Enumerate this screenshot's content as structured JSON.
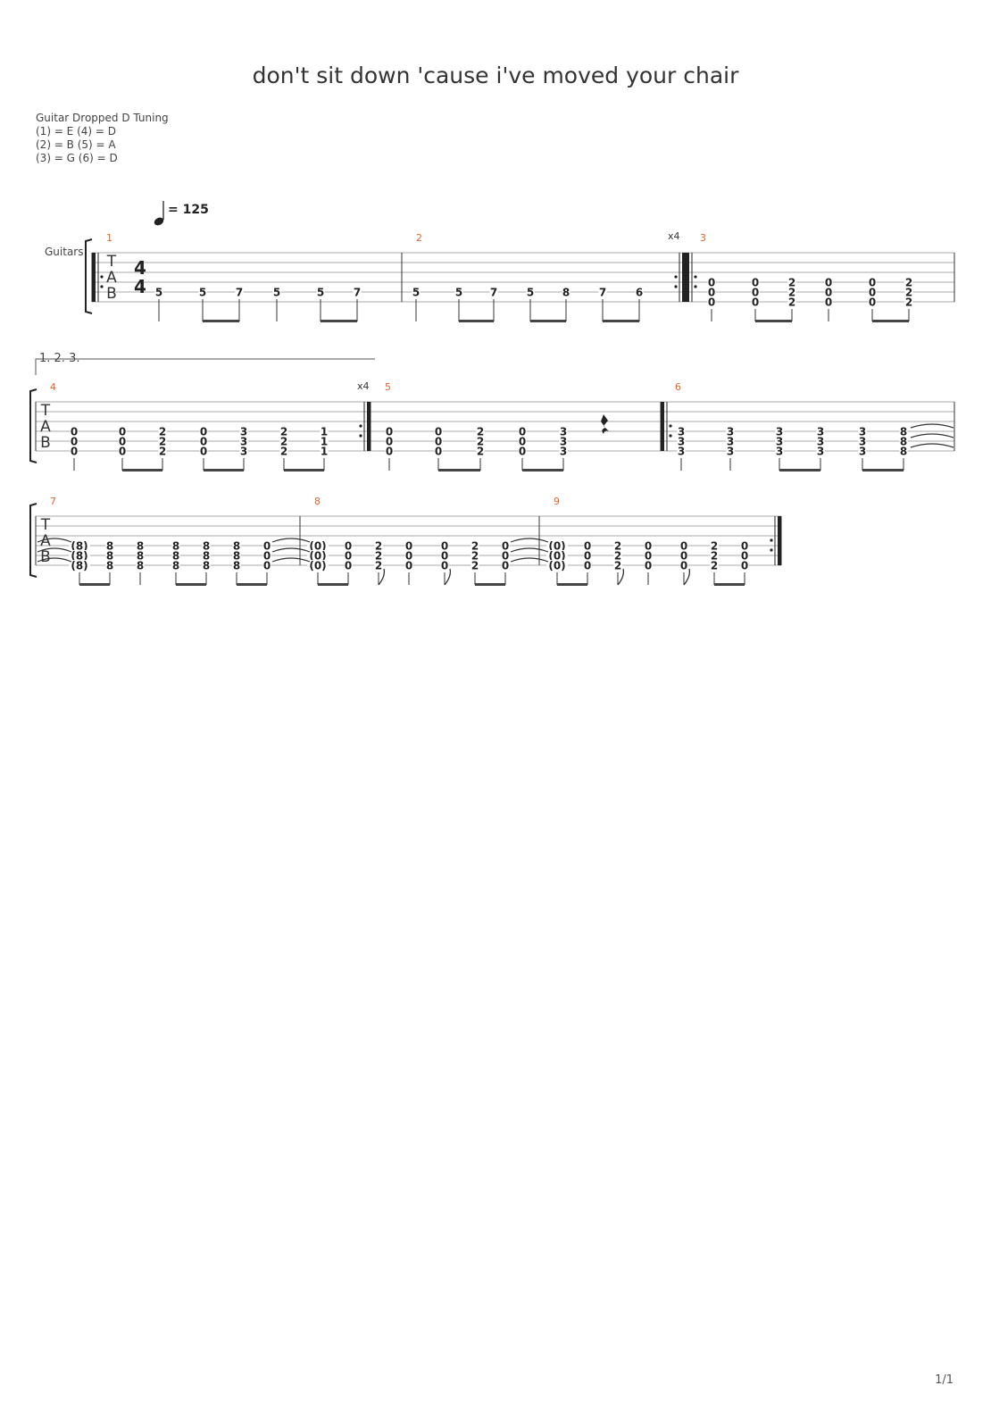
{
  "title": "don't sit down 'cause i've moved your chair",
  "tuning": {
    "heading": "Guitar Dropped D Tuning",
    "lines": [
      "(1) = E  (4) = D",
      "(2) = B  (5) = A",
      "(3) = G  (6) = D"
    ]
  },
  "tempo": "= 125",
  "track_name": "Guitars",
  "time_signature": {
    "top": "4",
    "bottom": "4"
  },
  "tab_letters": [
    "T",
    "A",
    "B"
  ],
  "ending_label": "1. 2. 3.",
  "page_number": "1/1",
  "colors": {
    "measure_number": "#e8622a",
    "staff_line": "#aaaaaa",
    "text": "#222222"
  },
  "systems": [
    {
      "measures": [
        {
          "number": "1",
          "repeat_start": true,
          "notes": [
            {
              "s": [
                5
              ],
              "f": [
                "5"
              ]
            },
            {
              "s": [
                5
              ],
              "f": [
                "5"
              ]
            },
            {
              "s": [
                5
              ],
              "f": [
                "7"
              ]
            },
            {
              "s": [
                5
              ],
              "f": [
                "5"
              ]
            },
            {
              "s": [
                5
              ],
              "f": [
                "5"
              ]
            },
            {
              "s": [
                5
              ],
              "f": [
                "7"
              ]
            }
          ]
        },
        {
          "number": "2",
          "repeat_end": true,
          "repeat_count": "x4",
          "notes": [
            {
              "s": [
                5
              ],
              "f": [
                "5"
              ]
            },
            {
              "s": [
                5
              ],
              "f": [
                "5"
              ]
            },
            {
              "s": [
                5
              ],
              "f": [
                "7"
              ]
            },
            {
              "s": [
                5
              ],
              "f": [
                "5"
              ]
            },
            {
              "s": [
                5
              ],
              "f": [
                "8"
              ]
            },
            {
              "s": [
                5
              ],
              "f": [
                "7"
              ]
            },
            {
              "s": [
                5
              ],
              "f": [
                "6"
              ]
            }
          ]
        },
        {
          "number": "3",
          "repeat_start": true,
          "notes": [
            {
              "s": [
                4,
                5,
                6
              ],
              "f": [
                "0",
                "0",
                "0"
              ]
            },
            {
              "s": [
                4,
                5,
                6
              ],
              "f": [
                "0",
                "0",
                "0"
              ]
            },
            {
              "s": [
                4,
                5,
                6
              ],
              "f": [
                "2",
                "2",
                "2"
              ]
            },
            {
              "s": [
                4,
                5,
                6
              ],
              "f": [
                "0",
                "0",
                "0"
              ]
            },
            {
              "s": [
                4,
                5,
                6
              ],
              "f": [
                "0",
                "0",
                "0"
              ]
            },
            {
              "s": [
                4,
                5,
                6
              ],
              "f": [
                "2",
                "2",
                "2"
              ]
            }
          ]
        }
      ]
    },
    {
      "measures": [
        {
          "number": "4",
          "repeat_end": true,
          "repeat_count": "x4",
          "notes": [
            {
              "s": [
                4,
                5,
                6
              ],
              "f": [
                "0",
                "0",
                "0"
              ]
            },
            {
              "s": [
                4,
                5,
                6
              ],
              "f": [
                "0",
                "0",
                "0"
              ]
            },
            {
              "s": [
                4,
                5,
                6
              ],
              "f": [
                "2",
                "2",
                "2"
              ]
            },
            {
              "s": [
                4,
                5,
                6
              ],
              "f": [
                "0",
                "0",
                "0"
              ]
            },
            {
              "s": [
                4,
                5,
                6
              ],
              "f": [
                "3",
                "3",
                "3"
              ]
            },
            {
              "s": [
                4,
                5,
                6
              ],
              "f": [
                "2",
                "2",
                "2"
              ]
            },
            {
              "s": [
                4,
                5,
                6
              ],
              "f": [
                "1",
                "1",
                "1"
              ]
            }
          ]
        },
        {
          "number": "5",
          "notes": [
            {
              "s": [
                4,
                5,
                6
              ],
              "f": [
                "0",
                "0",
                "0"
              ]
            },
            {
              "s": [
                4,
                5,
                6
              ],
              "f": [
                "0",
                "0",
                "0"
              ]
            },
            {
              "s": [
                4,
                5,
                6
              ],
              "f": [
                "2",
                "2",
                "2"
              ]
            },
            {
              "s": [
                4,
                5,
                6
              ],
              "f": [
                "0",
                "0",
                "0"
              ]
            },
            {
              "s": [
                4,
                5,
                6
              ],
              "f": [
                "3",
                "3",
                "3"
              ]
            }
          ]
        },
        {
          "number": "6",
          "repeat_start": true,
          "notes": [
            {
              "s": [
                4,
                5,
                6
              ],
              "f": [
                "3",
                "3",
                "3"
              ]
            },
            {
              "s": [
                4,
                5,
                6
              ],
              "f": [
                "3",
                "3",
                "3"
              ]
            },
            {
              "s": [
                4,
                5,
                6
              ],
              "f": [
                "3",
                "3",
                "3"
              ]
            },
            {
              "s": [
                4,
                5,
                6
              ],
              "f": [
                "3",
                "3",
                "3"
              ]
            },
            {
              "s": [
                4,
                5,
                6
              ],
              "f": [
                "3",
                "3",
                "3"
              ]
            },
            {
              "s": [
                4,
                5,
                6
              ],
              "f": [
                "8",
                "8",
                "8"
              ]
            }
          ]
        }
      ]
    },
    {
      "measures": [
        {
          "number": "7",
          "notes": [
            {
              "s": [
                4,
                5,
                6
              ],
              "f": [
                "(8)",
                "(8)",
                "(8)"
              ]
            },
            {
              "s": [
                4,
                5,
                6
              ],
              "f": [
                "8",
                "8",
                "8"
              ]
            },
            {
              "s": [
                4,
                5,
                6
              ],
              "f": [
                "8",
                "8",
                "8"
              ]
            },
            {
              "s": [
                4,
                5,
                6
              ],
              "f": [
                "8",
                "8",
                "8"
              ]
            },
            {
              "s": [
                4,
                5,
                6
              ],
              "f": [
                "8",
                "8",
                "8"
              ]
            },
            {
              "s": [
                4,
                5,
                6
              ],
              "f": [
                "8",
                "8",
                "8"
              ]
            },
            {
              "s": [
                4,
                5,
                6
              ],
              "f": [
                "0",
                "0",
                "0"
              ]
            }
          ]
        },
        {
          "number": "8",
          "notes": [
            {
              "s": [
                4,
                5,
                6
              ],
              "f": [
                "(0)",
                "(0)",
                "(0)"
              ]
            },
            {
              "s": [
                4,
                5,
                6
              ],
              "f": [
                "0",
                "0",
                "0"
              ]
            },
            {
              "s": [
                4,
                5,
                6
              ],
              "f": [
                "2",
                "2",
                "2"
              ]
            },
            {
              "s": [
                4,
                5,
                6
              ],
              "f": [
                "0",
                "0",
                "0"
              ]
            },
            {
              "s": [
                4,
                5,
                6
              ],
              "f": [
                "0",
                "0",
                "0"
              ]
            },
            {
              "s": [
                4,
                5,
                6
              ],
              "f": [
                "2",
                "2",
                "2"
              ]
            },
            {
              "s": [
                4,
                5,
                6
              ],
              "f": [
                "0",
                "0",
                "0"
              ]
            }
          ]
        },
        {
          "number": "9",
          "repeat_end": true,
          "notes": [
            {
              "s": [
                4,
                5,
                6
              ],
              "f": [
                "(0)",
                "(0)",
                "(0)"
              ]
            },
            {
              "s": [
                4,
                5,
                6
              ],
              "f": [
                "0",
                "0",
                "0"
              ]
            },
            {
              "s": [
                4,
                5,
                6
              ],
              "f": [
                "2",
                "2",
                "2"
              ]
            },
            {
              "s": [
                4,
                5,
                6
              ],
              "f": [
                "0",
                "0",
                "0"
              ]
            },
            {
              "s": [
                4,
                5,
                6
              ],
              "f": [
                "0",
                "0",
                "0"
              ]
            },
            {
              "s": [
                4,
                5,
                6
              ],
              "f": [
                "2",
                "2",
                "2"
              ]
            },
            {
              "s": [
                4,
                5,
                6
              ],
              "f": [
                "0",
                "0",
                "0"
              ]
            }
          ]
        }
      ]
    }
  ]
}
